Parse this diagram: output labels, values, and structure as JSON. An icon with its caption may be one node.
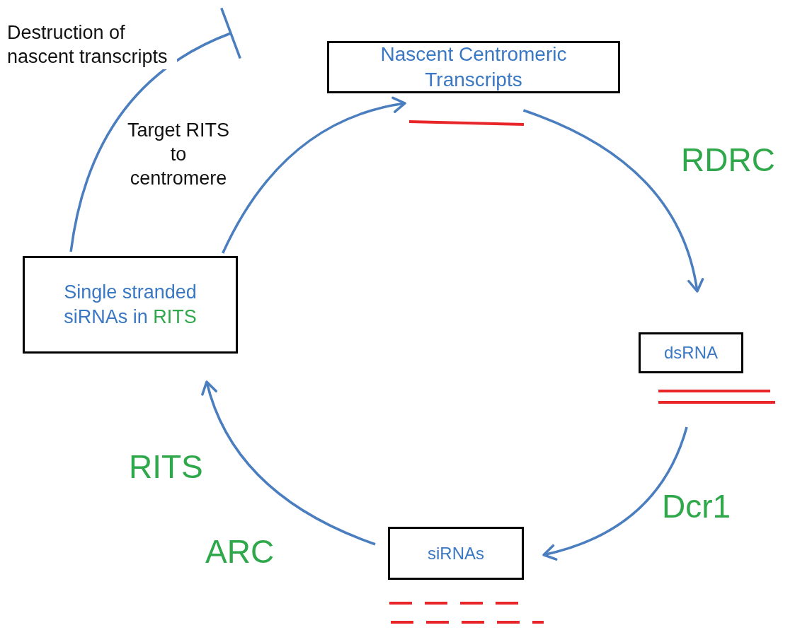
{
  "diagram": {
    "nodes": [
      {
        "text": [
          "Nascent Centromeric Transcripts"
        ]
      },
      {
        "text": [
          "dsRNA"
        ]
      },
      {
        "text": [
          "siRNAs"
        ]
      },
      {
        "text": [
          "Single stranded siRNAs in RITS"
        ]
      }
    ],
    "edges": [
      {
        "from": 3,
        "to": 0,
        "arrow": "to",
        "label": "Target RITS to centromere"
      },
      {
        "from": 0,
        "to": 1,
        "arrow": "to",
        "label": "RDRC"
      },
      {
        "from": 1,
        "to": 2,
        "arrow": "to",
        "label": "Dcr1"
      },
      {
        "from": 2,
        "to": 3,
        "arrow": "to",
        "label": "RITS"
      },
      {
        "from": 3,
        "to": null,
        "arrow": "other",
        "label": "Destruction of nascent transcripts"
      }
    ],
    "labels": [
      "ARC"
    ]
  }
}
